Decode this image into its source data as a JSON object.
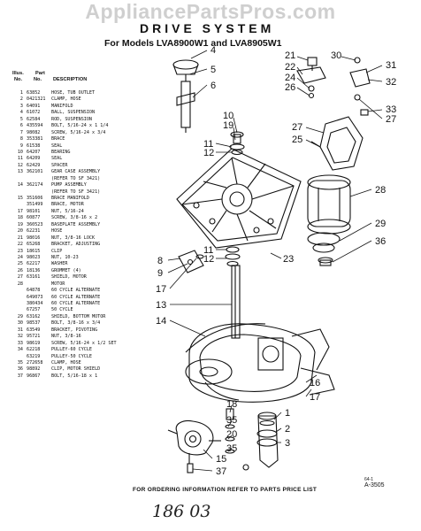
{
  "watermark": "AppliancePartsPros.com",
  "title": "DRIVE SYSTEM",
  "subtitle": "For Models LVA8900W1 and LVA8905W1",
  "parts_table": {
    "col_illus": "Illus.",
    "col_no": "No.",
    "col_part": "Part",
    "col_partno": "No.",
    "col_desc": "DESCRIPTION",
    "rows": [
      {
        "illus": "1",
        "part": "63852",
        "desc": "HOSE, TUB OUTLET"
      },
      {
        "illus": "2",
        "part": "0421321",
        "desc": "CLAMP, HOSE"
      },
      {
        "illus": "3",
        "part": "64091",
        "desc": "MANIFOLD"
      },
      {
        "illus": "4",
        "part": "61072",
        "desc": "BALL, SUSPENSION"
      },
      {
        "illus": "5",
        "part": "62584",
        "desc": "ROD, SUSPENSION"
      },
      {
        "illus": "6",
        "part": "435594",
        "desc": "BOLT, 5/16-24 x 1 1/4"
      },
      {
        "illus": "7",
        "part": "98082",
        "desc": "SCREW, 5/16-24 x 3/4"
      },
      {
        "illus": "8",
        "part": "353381",
        "desc": "BRACE"
      },
      {
        "illus": "9",
        "part": "61538",
        "desc": "SEAL"
      },
      {
        "illus": "10",
        "part": "64207",
        "desc": "BEARING"
      },
      {
        "illus": "11",
        "part": "64209",
        "desc": "SEAL"
      },
      {
        "illus": "12",
        "part": "62429",
        "desc": "SPACER"
      },
      {
        "illus": "13",
        "part": "362101",
        "desc": "GEAR CASE ASSEMBLY"
      },
      {
        "illus": "",
        "part": "",
        "desc": "(REFER TO SF 3421)"
      },
      {
        "illus": "14",
        "part": "362174",
        "desc": "PUMP ASSEMBLY"
      },
      {
        "illus": "",
        "part": "",
        "desc": "(REFER TO SF 3421)"
      },
      {
        "illus": "15",
        "part": "351606",
        "desc": "BRACE MANIFOLD"
      },
      {
        "illus": "",
        "part": "351499",
        "desc": "BRACE, MOTOR"
      },
      {
        "illus": "17",
        "part": "98101",
        "desc": "NUT, 5/16-24"
      },
      {
        "illus": "18",
        "part": "60877",
        "desc": "SCREW, 3/8-16 x 2"
      },
      {
        "illus": "19",
        "part": "360523",
        "desc": "BASEPLATE ASSEMBLY"
      },
      {
        "illus": "20",
        "part": "62231",
        "desc": "HOSE"
      },
      {
        "illus": "21",
        "part": "98016",
        "desc": "NUT, 3/8-16 LOCK"
      },
      {
        "illus": "22",
        "part": "65268",
        "desc": "BRACKET, ADJUSTING"
      },
      {
        "illus": "23",
        "part": "18615",
        "desc": "CLIP"
      },
      {
        "illus": "24",
        "part": "98023",
        "desc": "NUT, 10-23"
      },
      {
        "illus": "25",
        "part": "62217",
        "desc": "WASHER"
      },
      {
        "illus": "26",
        "part": "18136",
        "desc": "GROMMET (4)"
      },
      {
        "illus": "27",
        "part": "63161",
        "desc": "SHIELD, MOTOR"
      },
      {
        "illus": "28",
        "part": "",
        "desc": "MOTOR"
      },
      {
        "illus": "",
        "part": "64878",
        "desc": "60 CYCLE ALTERNATE"
      },
      {
        "illus": "",
        "part": "649073",
        "desc": "60 CYCLE ALTERNATE"
      },
      {
        "illus": "",
        "part": "380434",
        "desc": "60 CYCLE ALTERNATE"
      },
      {
        "illus": "",
        "part": "67257",
        "desc": "50 CYCLE"
      },
      {
        "illus": "29",
        "part": "63162",
        "desc": "SHIELD, BOTTOM MOTOR"
      },
      {
        "illus": "30",
        "part": "98537",
        "desc": "BOLT, 3/8-16 x 3/4"
      },
      {
        "illus": "31",
        "part": "63549",
        "desc": "BRACKET, PIVOTING"
      },
      {
        "illus": "32",
        "part": "95721",
        "desc": "NUT, 3/8-16"
      },
      {
        "illus": "33",
        "part": "98619",
        "desc": "SCREW, 5/16-24 x 1/2 SET"
      },
      {
        "illus": "34",
        "part": "62218",
        "desc": "PULLEY-60 CYCLE"
      },
      {
        "illus": "",
        "part": "63219",
        "desc": "PULLEY-50 CYCLE"
      },
      {
        "illus": "35",
        "part": "272658",
        "desc": "CLAMP, HOSE"
      },
      {
        "illus": "36",
        "part": "98892",
        "desc": "CLIP, MOTOR SHIELD"
      },
      {
        "illus": "37",
        "part": "96867",
        "desc": "BOLT, 5/16-18 x 1"
      }
    ]
  },
  "callouts": {
    "c4": "4",
    "c5": "5",
    "c6": "6",
    "c21": "21",
    "c22": "22",
    "c24": "24",
    "c26": "26",
    "c30": "30",
    "c31": "31",
    "c32": "32",
    "c33": "33",
    "c27": "27",
    "c25": "25",
    "c10": "10",
    "c19": "19",
    "c11": "11",
    "c12": "12",
    "c28": "28",
    "c29": "29",
    "c36": "36",
    "c23": "23",
    "c8": "8",
    "c9": "9",
    "c17a": "17",
    "c13": "13",
    "c14": "14",
    "c16": "16",
    "c17b": "17",
    "c18": "18",
    "c35a": "35",
    "c20": "20",
    "c35b": "35",
    "c1": "1",
    "c2": "2",
    "c3": "3",
    "c15": "15",
    "c37": "37",
    "c11b": "11",
    "c12b": "12"
  },
  "footer": "FOR ORDERING INFORMATION REFER TO PARTS PRICE LIST",
  "figure_code": "A-3505",
  "figure_code_top": "64-1",
  "handwritten_note": "186 03"
}
